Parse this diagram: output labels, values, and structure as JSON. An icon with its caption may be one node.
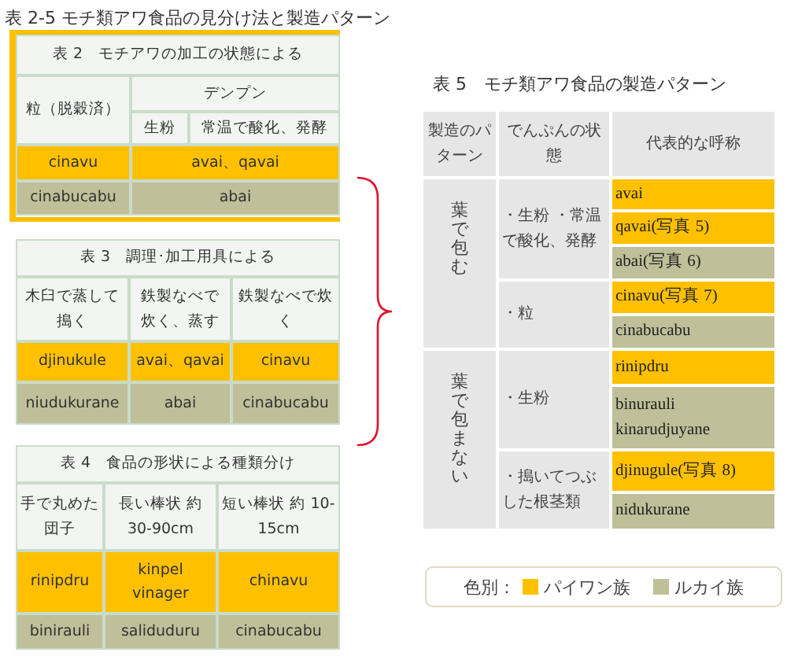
{
  "diagram": {
    "title": "表 2-5 モチ類アワ食品の見分け法と製造パターン",
    "nodes": [
      {
        "text": [
          "表 2　モチアワの加工の状態による",
          "粒（脱穀済）",
          "デンプン",
          "生粉",
          "常温で酸化、発酵",
          "cinavu",
          "avai、qavai",
          "cinabucabu",
          "abai"
        ]
      },
      {
        "text": [
          "表 3　調理･加工用具による",
          "木臼で蒸して搗く",
          "鉄製なべで炊く、蒸す",
          "鉄製なべで炊く",
          "djinukule",
          "avai、qavai",
          "cinavu",
          "niudukurane",
          "abai",
          "cinabucabu"
        ]
      },
      {
        "text": [
          "表 4　食品の形状による種類分け",
          "手で丸めた団子",
          "長い棒状 約 30-90cm",
          "短い棒状 約 10-15cm",
          "rinipdru",
          "kinpel vinager",
          "chinavu",
          "binirauli",
          "saliduduru",
          "cinabucabu"
        ]
      },
      {
        "text": [
          "表 5　モチ類アワ食品の製造パターン",
          "製造のパターン",
          "でんぷんの状態",
          "代表的な呼称",
          "葉で包む",
          "・生粉 ・常温で酸化、発酵",
          "avai",
          "qavai(写真 5)",
          "abai(写真 6)",
          "・粒",
          "cinavu(写真 7)",
          "cinabucabu",
          "葉で包まない",
          "・生粉",
          "rinipdru",
          "binurauli kinarudjuyane",
          "・搗いてつぶした根茎類",
          "djinugule(写真 8)",
          "nidukurane"
        ]
      }
    ],
    "labels": [
      "色別："
    ],
    "legend": [
      {
        "text": "パイワン族",
        "color": "#ffc000"
      },
      {
        "text": "ルカイ族",
        "color": "#bfbf99"
      }
    ]
  }
}
